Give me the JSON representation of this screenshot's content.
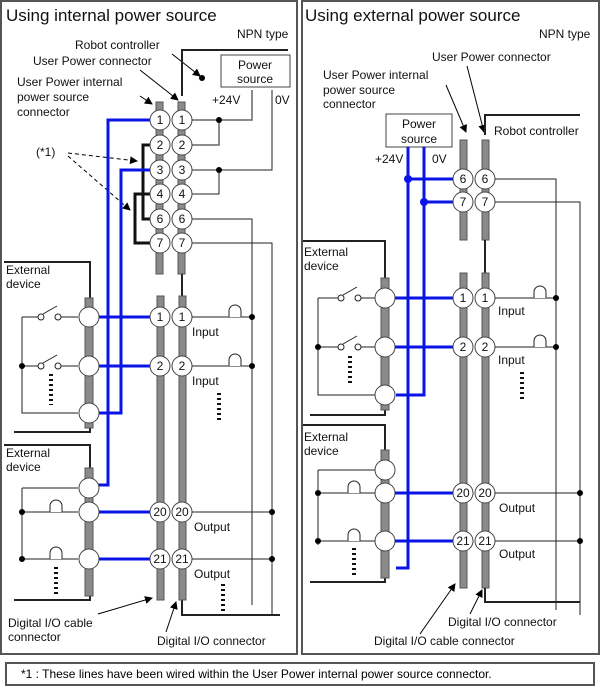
{
  "panels": {
    "left": {
      "title": "Using internal power source",
      "type": "NPN type",
      "robot_controller": "Robot controller",
      "user_power_connector": "User Power connector",
      "internal_connector": [
        "User Power internal",
        "power source",
        "connector"
      ],
      "power_source": [
        "Power",
        "source"
      ],
      "v24": "+24V",
      "v0": "0V",
      "note_ref": "(*1)",
      "external_device": [
        "External",
        "device"
      ],
      "top_pins": [
        "1",
        "2",
        "3",
        "4",
        "6",
        "7"
      ],
      "io_pins": [
        "1",
        "2",
        "20",
        "21"
      ],
      "input_label": "Input",
      "output_label": "Output",
      "cable_connector": [
        "Digital I/O cable",
        "connector"
      ],
      "io_connector": "Digital I/O connector"
    },
    "right": {
      "title": "Using external power source",
      "type": "NPN type",
      "robot_controller": "Robot controller",
      "user_power_connector": "User Power connector",
      "internal_connector": [
        "User Power internal",
        "power source",
        "connector"
      ],
      "power_source": [
        "Power",
        "source"
      ],
      "v24": "+24V",
      "v0": "0V",
      "external_device": [
        "External",
        "device"
      ],
      "top_pins": [
        "6",
        "7"
      ],
      "io_pins": [
        "1",
        "2",
        "20",
        "21"
      ],
      "input_label": "Input",
      "output_label": "Output",
      "cable_connector": "Digital I/O cable connector",
      "io_connector": "Digital I/O connector"
    }
  },
  "footnote": "*1 : These lines have been wired within the User Power internal power source connector.",
  "colors": {
    "wire_blue": "#0a14e6",
    "connector_gray": "#8a8a8a"
  }
}
